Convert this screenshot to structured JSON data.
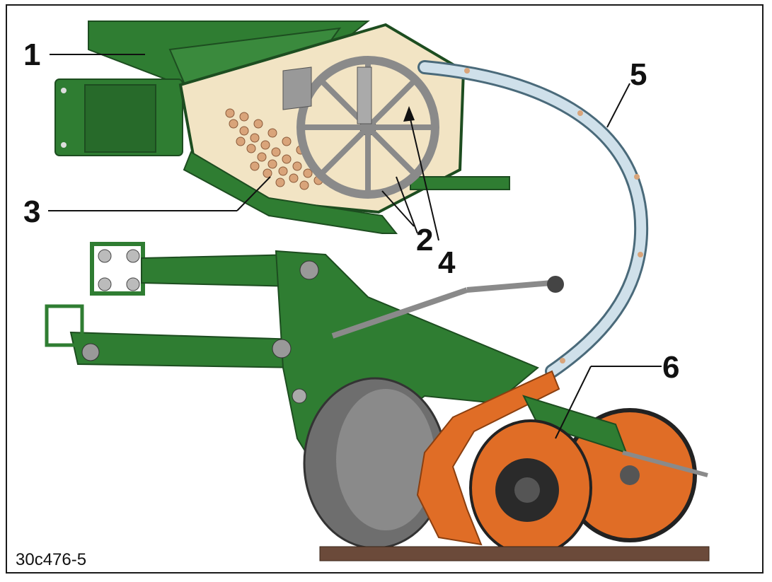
{
  "figure_id": "30c476-5",
  "callouts": [
    "1",
    "2",
    "3",
    "4",
    "5",
    "6"
  ],
  "colors": {
    "frame_green": "#2f7d32",
    "hopper_beige": "#f2e4c4",
    "seed_tan": "#d9a47a",
    "metering_disc": "#8a8a8a",
    "seed_tube": "#cfe0ea",
    "disc_grey": "#6e6e6e",
    "press_wheel_orange": "#e06d26",
    "ground_brown": "#6b4a3a"
  }
}
